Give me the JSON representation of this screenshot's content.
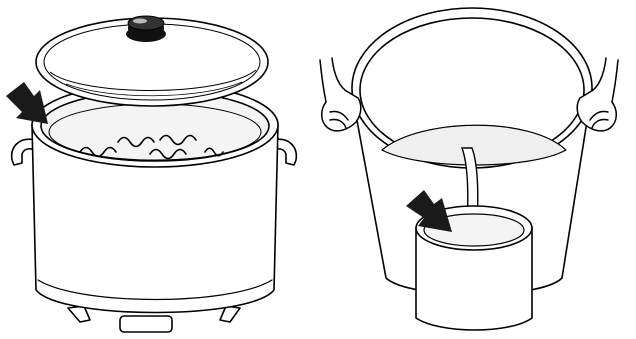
{
  "figure": {
    "panels": [
      {
        "id": "left",
        "depicts": "cooker-with-glass-lid"
      },
      {
        "id": "right",
        "depicts": "pouring-liquid-from-pot-into-container"
      }
    ],
    "icons": [
      "indicator-arrow-icon",
      "lid-knob-icon",
      "steam-wave-icon",
      "hand-icon",
      "handle-icon"
    ],
    "colors": {
      "line": "#000000",
      "fill": "#ffffff",
      "arrow": "#1a1a1a",
      "shade": "#efefef"
    }
  }
}
